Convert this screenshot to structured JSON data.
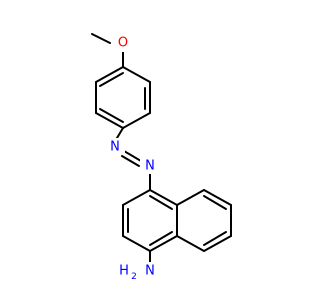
{
  "molecule": {
    "atoms": {
      "methoxy_oxygen": {
        "label": "O",
        "color": "#ff0000"
      },
      "azo_n1": {
        "label": "N",
        "color": "#0000ff"
      },
      "azo_n2": {
        "label": "N",
        "color": "#0000ff"
      },
      "amino_nitrogen": {
        "label": "N",
        "color": "#0000ff"
      },
      "amino_hydrogen": {
        "label": "H",
        "color": "#0000ff"
      },
      "amino_hydrogen_count": {
        "label": "2",
        "color": "#0000ff"
      }
    }
  }
}
